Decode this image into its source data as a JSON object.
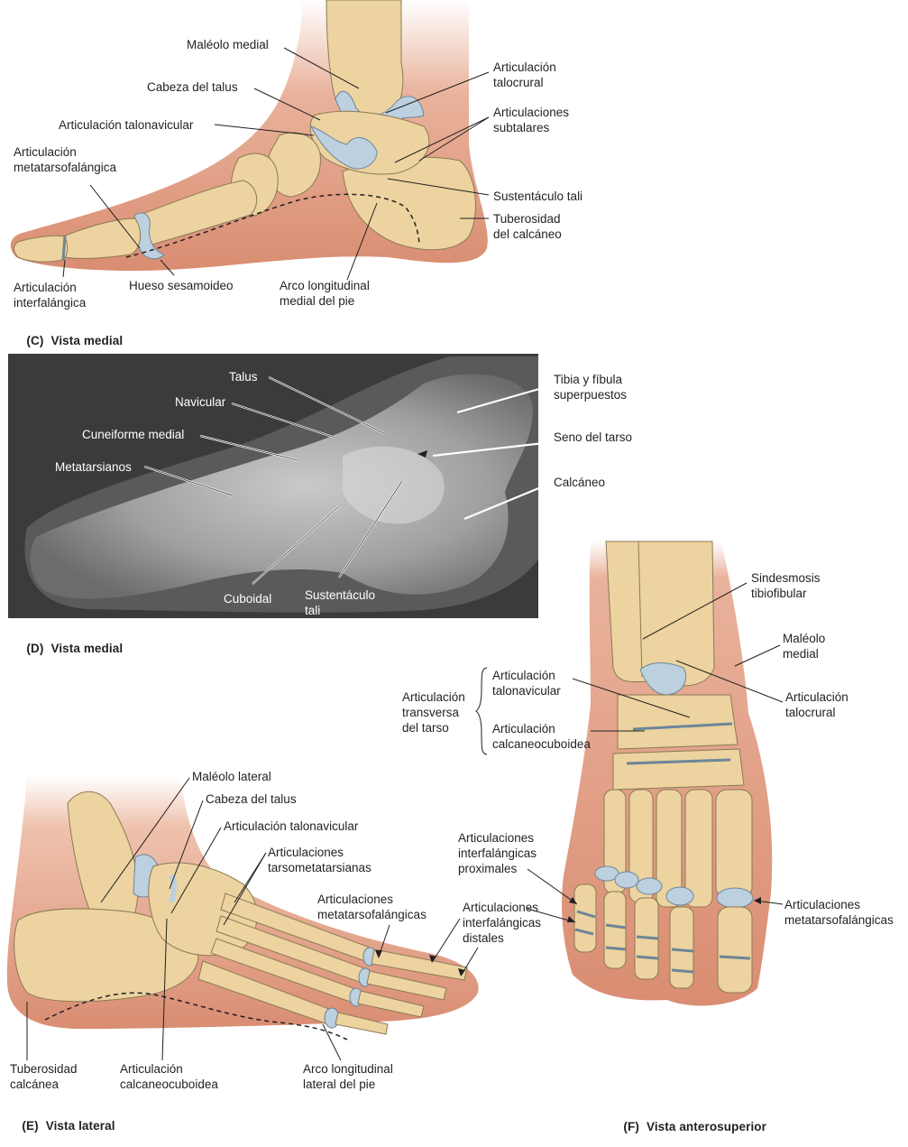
{
  "colors": {
    "skin": "#d98d72",
    "skin_light": "#efc2ad",
    "skin_fade": "#f6e4da",
    "bone": "#ecd3a0",
    "bone_shade": "#d9b877",
    "bone_outline": "#8b7a55",
    "cartilage": "#bcd0df",
    "cartilage_outline": "#6d8598",
    "xray_bg": "#3b3b3b",
    "xray_bone": "#cfcfcf",
    "leader_line": "#231f20",
    "text": "#231f20"
  },
  "panel_c": {
    "caption_letter": "(C)",
    "caption_title": "Vista medial",
    "labels": {
      "maleolo_medial": "Maléolo medial",
      "cabeza_talus": "Cabeza del talus",
      "art_talonavicular": "Articulación talonavicular",
      "art_metatarsofalangica": "Articulación\nmetatarsofalángica",
      "art_interfalangica": "Articulación\ninterfalángica",
      "hueso_sesamoideo": "Hueso sesamoideo",
      "arco_longitudinal_medial": "Arco longitudinal\nmedial del pie",
      "art_talocrural": "Articulación\ntalocrural",
      "art_subtalares": "Articulaciones\nsubtalares",
      "sustentaculo_tali": "Sustentáculo tali",
      "tuberosidad_calcaneo": "Tuberosidad\ndel calcáneo"
    }
  },
  "panel_d": {
    "caption_letter": "(D)",
    "caption_title": "Vista medial",
    "labels": {
      "talus": "Talus",
      "navicular": "Navicular",
      "cuneiforme_medial": "Cuneiforme medial",
      "metatarsianos": "Metatarsianos",
      "cuboidal": "Cuboidal",
      "sustentaculo_tali": "Sustentáculo\ntali",
      "tibia_fibula": "Tibia y fíbula\nsuperpuestos",
      "seno_tarso": "Seno del tarso",
      "calcaneo": "Calcáneo"
    }
  },
  "panel_e": {
    "caption_letter": "(E)",
    "caption_title": "Vista lateral",
    "labels": {
      "maleolo_lateral": "Maléolo lateral",
      "cabeza_talus": "Cabeza del talus",
      "art_talonavicular": "Articulación talonavicular",
      "art_tarsometatarsianas": "Articulaciones\ntarsometatarsianas",
      "art_metatarsofalangicas": "Articulaciones\nmetatarsofalángicas",
      "tuberosidad_calcanea": "Tuberosidad\ncalcánea",
      "art_calcaneocuboidea": "Articulación\ncalcaneocuboidea",
      "arco_longitudinal_lateral": "Arco longitudinal\nlateral del pie"
    }
  },
  "panel_f": {
    "caption_letter": "(F)",
    "caption_title": "Vista anterosuperior",
    "labels": {
      "sindesmosis": "Sindesmosis\ntibiofibular",
      "maleolo_medial": "Maléolo\nmedial",
      "art_talocrural": "Articulación\ntalocrural",
      "art_transversa_tarso": "Articulación\ntransversa\ndel tarso",
      "art_talonavicular": "Articulación\ntalonavicular",
      "art_calcaneocuboidea": "Articulación\ncalcaneocuboidea",
      "art_interfalangicas_proximales": "Articulaciones\ninterfalángicas\nproximales",
      "art_interfalangicas_distales": "Articulaciones\ninterfalángicas\ndistales",
      "art_metatarsofalangicas": "Articulaciones\nmetatarsofalángicas"
    }
  }
}
